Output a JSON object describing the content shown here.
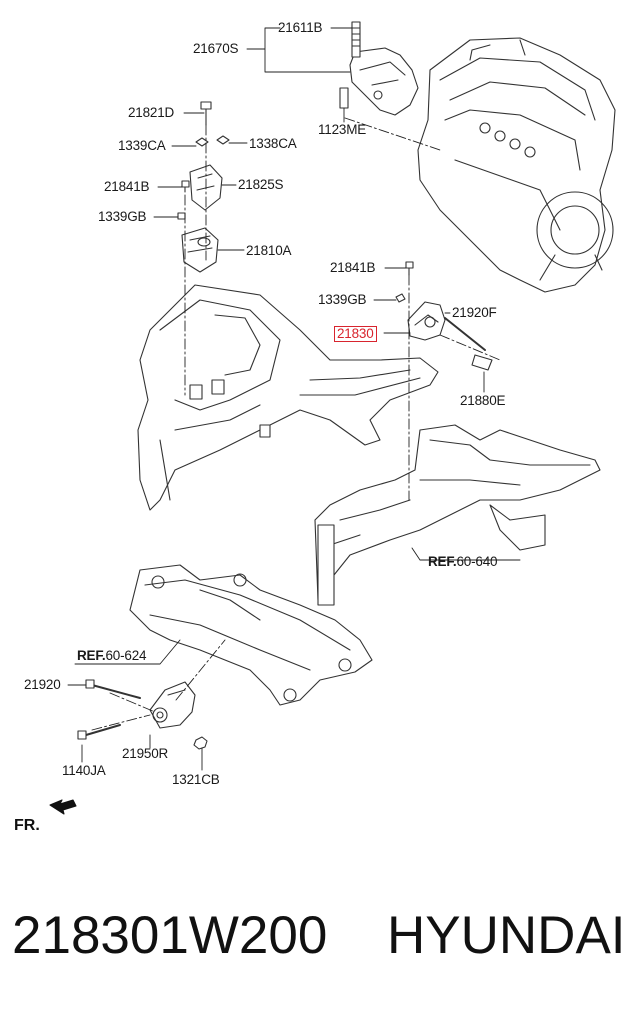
{
  "diagram": {
    "callouts": {
      "c21611B": "21611B",
      "c21670S": "21670S",
      "c1123ME": "1123ME",
      "c21821D": "21821D",
      "c1339CA": "1339CA",
      "c1338CA": "1338CA",
      "c21841B_a": "21841B",
      "c21825S": "21825S",
      "c1339GB_a": "1339GB",
      "c21810A": "21810A",
      "c21841B_b": "21841B",
      "c1339GB_b": "1339GB",
      "c21920F": "21920F",
      "c21830": "21830",
      "c21880E": "21880E",
      "c21920": "21920",
      "c1140JA": "1140JA",
      "c21950R": "21950R",
      "c1321CB": "1321CB"
    },
    "refs": {
      "r1_prefix": "REF.",
      "r1_code": "60-640",
      "r2_prefix": "REF.",
      "r2_code": "60-624"
    },
    "front_indicator": "FR.",
    "highlight_color": "#d8242e"
  },
  "footer": {
    "part_number": "218301W200",
    "brand": "HYUNDAI"
  }
}
